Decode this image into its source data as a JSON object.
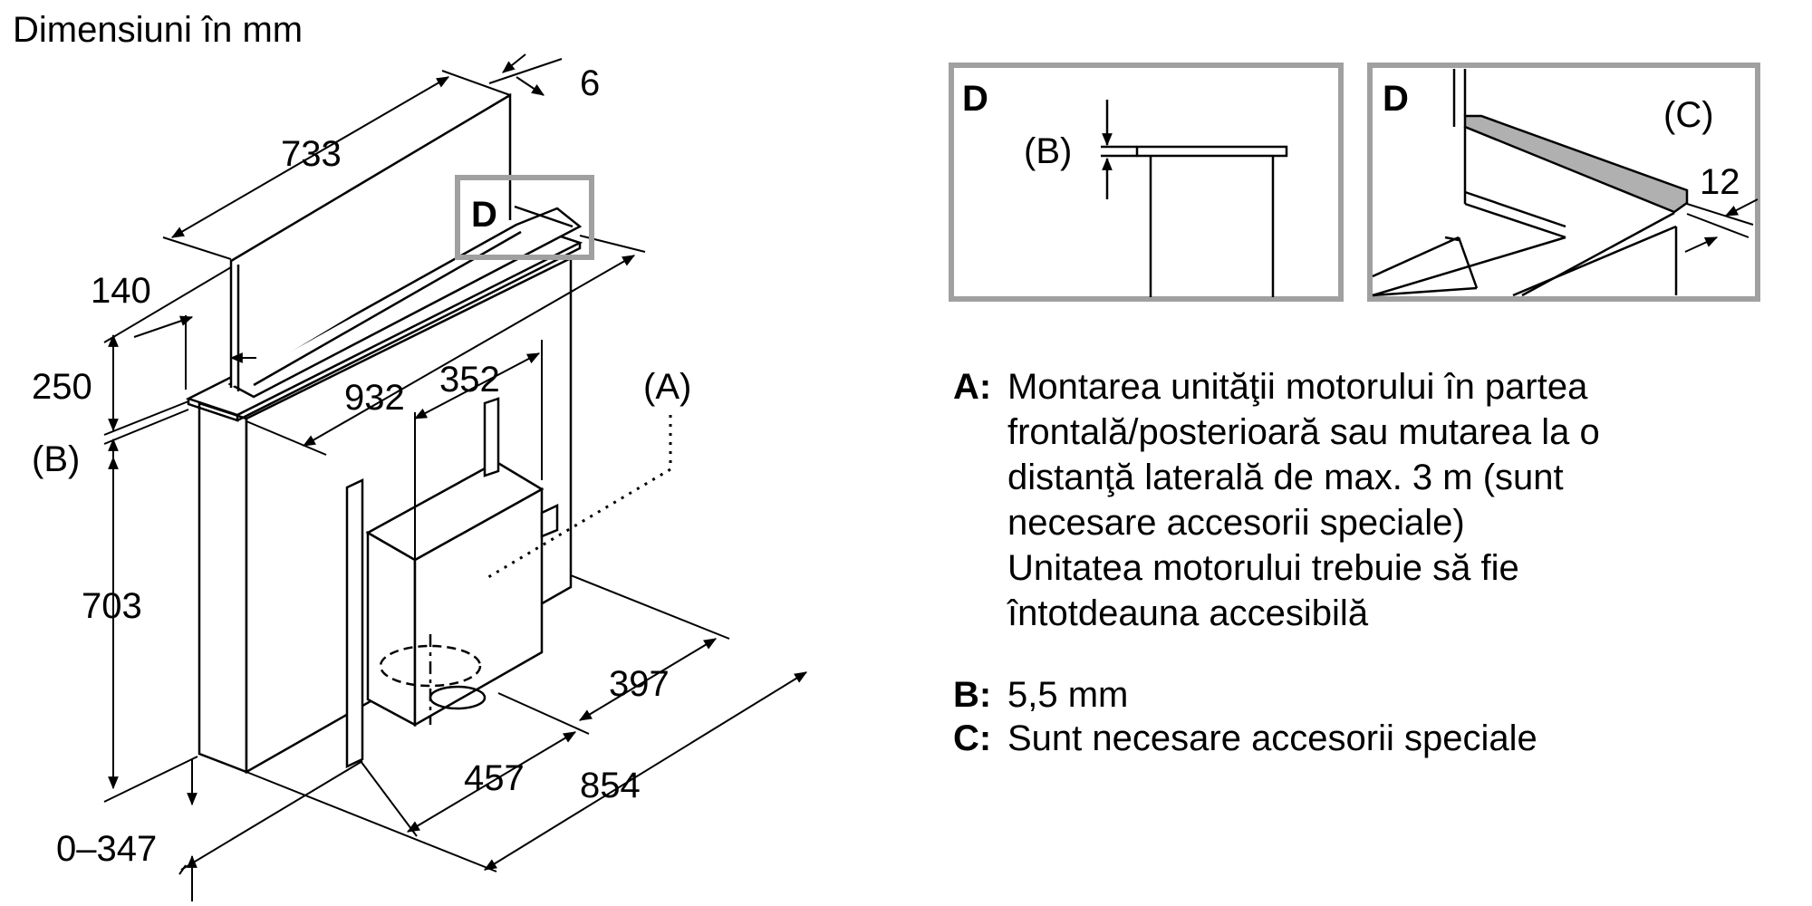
{
  "title": "Dimensiuni în mm",
  "dimensions": {
    "d6": "6",
    "d733": "733",
    "d140": "140",
    "d250": "250",
    "d932": "932",
    "d352": "352",
    "d703": "703",
    "d397": "397",
    "d457": "457",
    "d854": "854",
    "d0_347": "0–347",
    "d12": "12"
  },
  "labels": {
    "A": "(A)",
    "B": "(B)",
    "C": "(C)",
    "D": "D"
  },
  "legend": [
    {
      "key": "A:",
      "lines": [
        "Montarea unităţii motorului în partea",
        "frontală/posterioară sau mutarea la o",
        "distanţă laterală de max. 3 m (sunt",
        "necesare accesorii speciale)",
        "Unitatea motorului trebuie să fie",
        "întotdeauna accesibilă"
      ]
    },
    {
      "key": "B:",
      "lines": [
        "5,5 mm"
      ]
    },
    {
      "key": "C:",
      "lines": [
        "Sunt necesare accesorii speciale"
      ]
    }
  ],
  "colors": {
    "line": "#000000",
    "detail_frame": "#a0a0a0",
    "strip_fill": "#b0b0b0"
  }
}
